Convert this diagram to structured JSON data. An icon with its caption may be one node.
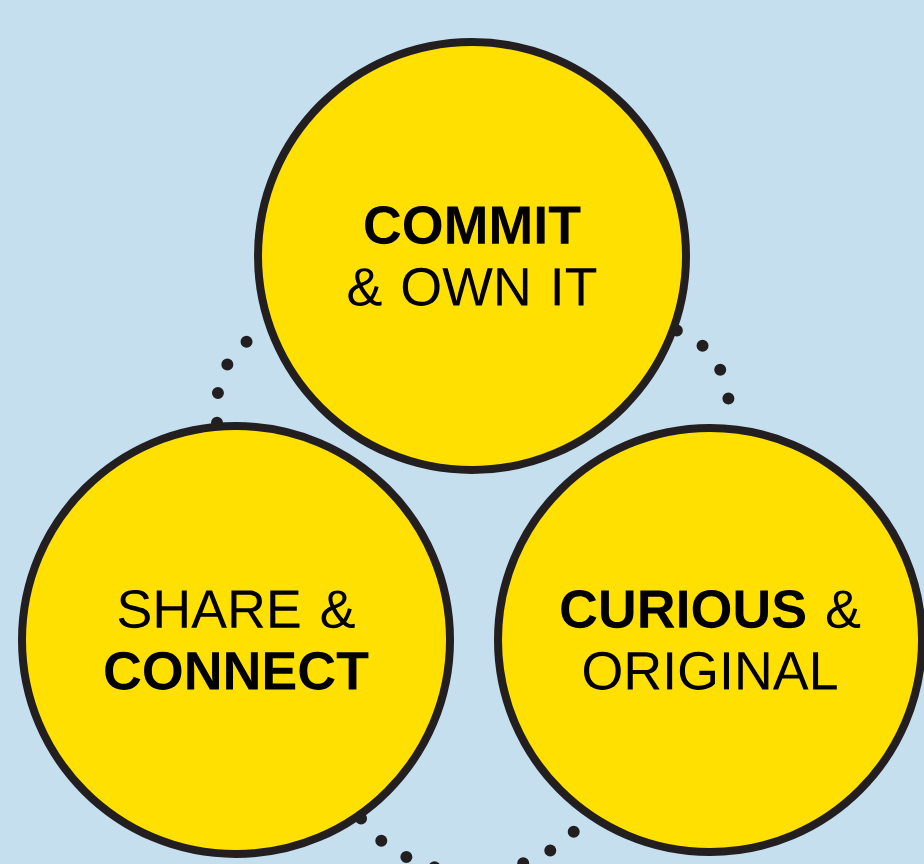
{
  "diagram": {
    "nodes": [
      {
        "text": [
          "**COMMIT** & OWN IT"
        ]
      },
      {
        "text": [
          "SHARE & **CONNECT**"
        ]
      },
      {
        "text": [
          "**CURIOUS** & ORIGINAL"
        ]
      }
    ],
    "edges": [
      {
        "from": 1,
        "to": 0,
        "arrow": "none"
      },
      {
        "from": 0,
        "to": 2,
        "arrow": "none"
      },
      {
        "from": 1,
        "to": 2,
        "arrow": "none"
      }
    ]
  }
}
